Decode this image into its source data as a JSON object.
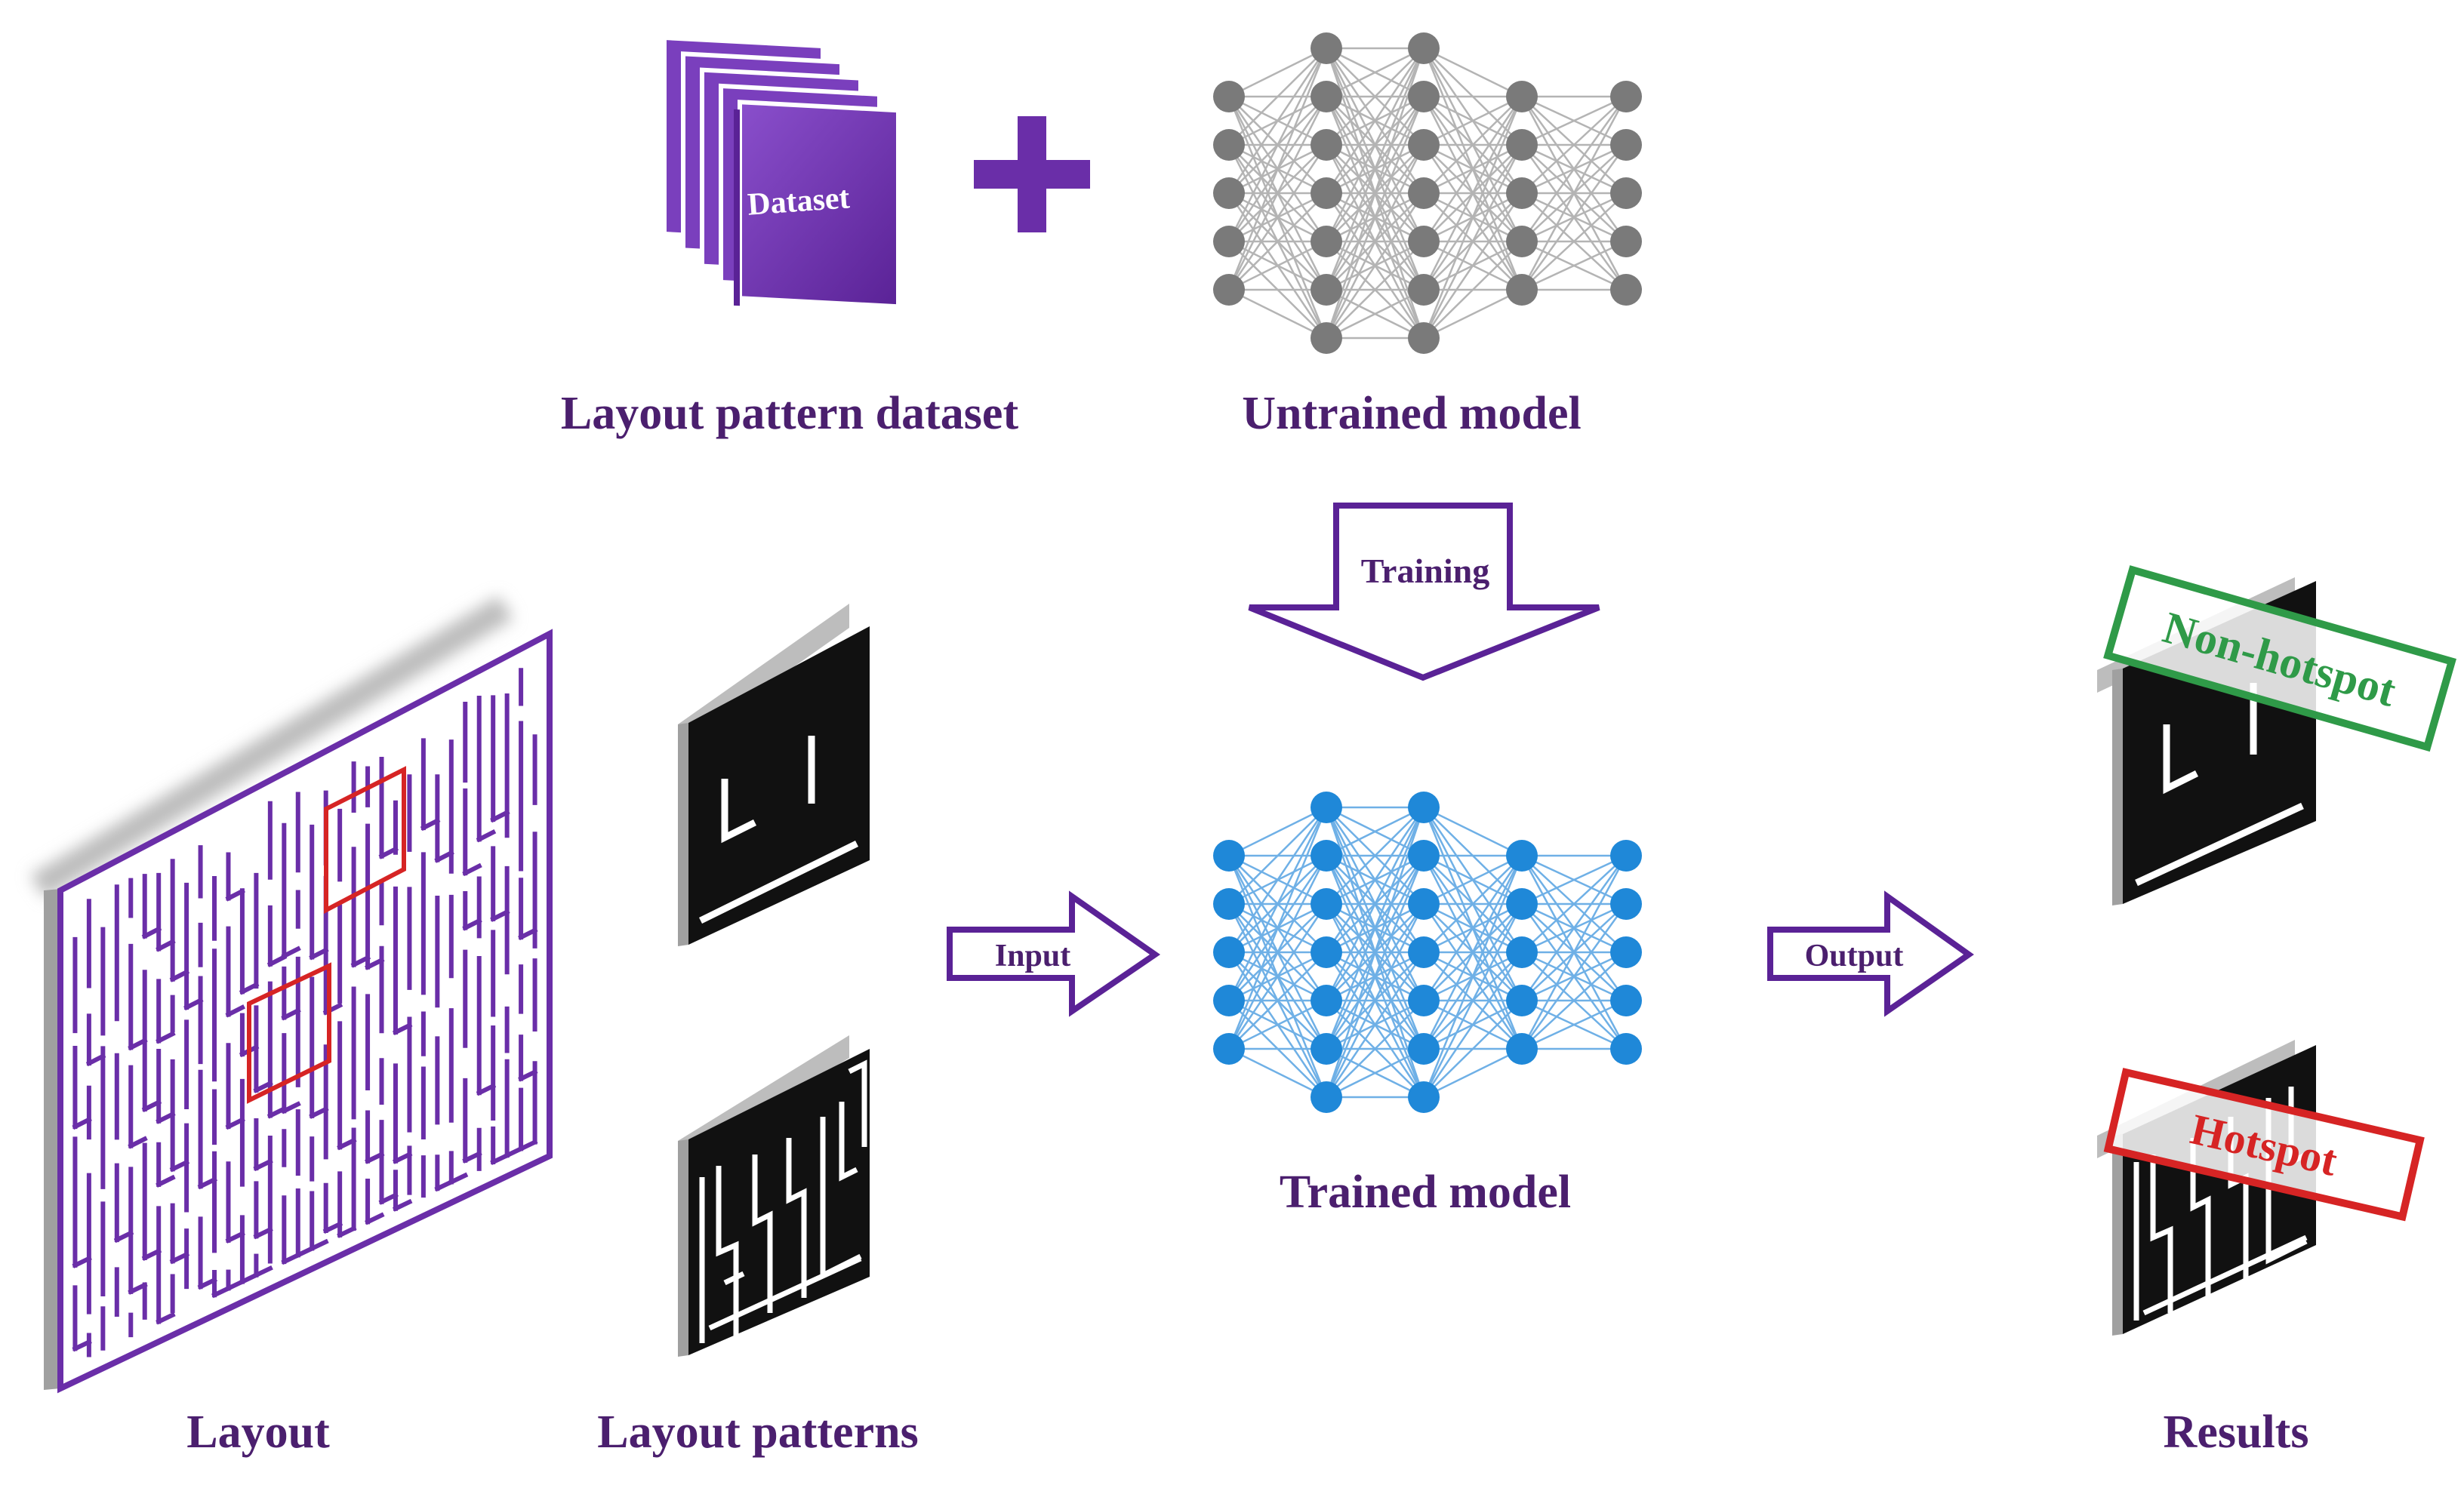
{
  "labels": {
    "dataset_card": "Dataset",
    "layout_pattern_dataset": "Layout pattern dataset",
    "untrained_model": "Untrained model",
    "training": "Training",
    "input": "Input",
    "output": "Output",
    "trained_model": "Trained model",
    "layout": "Layout",
    "layout_patterns": "Layout patterns",
    "results": "Results",
    "non_hotspot": "Non-hotspot",
    "hotspot": "Hotspot"
  },
  "network": {
    "layer_sizes": [
      5,
      7,
      7,
      5,
      5
    ]
  },
  "colors": {
    "purple": "#6a2ea8",
    "purple_dark": "#4b1f6e",
    "untrained_node": "#7a7a7a",
    "trained_node": "#1f88d8",
    "non_hotspot": "#2f9a48",
    "hotspot": "#d62424"
  }
}
